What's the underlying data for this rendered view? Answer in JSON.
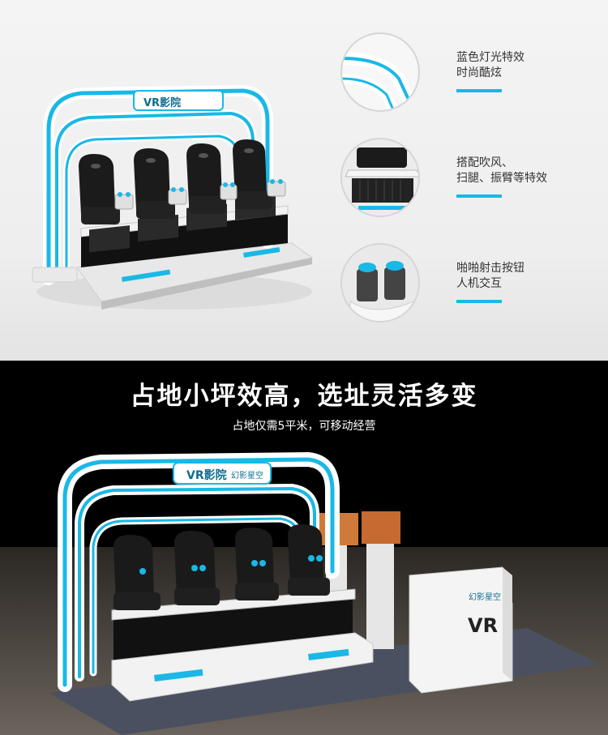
{
  "features": [
    {
      "line1": "蓝色灯光特效",
      "line2": "时尚酷炫"
    },
    {
      "line1": "搭配吹风、",
      "line2": "扫腿、振臂等特效"
    },
    {
      "line1": "啪啪射击按钮",
      "line2": "人机交互"
    }
  ],
  "hero": {
    "title": "占地小坪效高，选址灵活多变",
    "subtitle": "占地仅需5平米，可移动经营"
  },
  "machine": {
    "sign_text": "VR影院",
    "brand_text": "幻影星空",
    "booth_text": "VR"
  },
  "colors": {
    "accent": "#19b8e6",
    "dark": "#000000"
  }
}
